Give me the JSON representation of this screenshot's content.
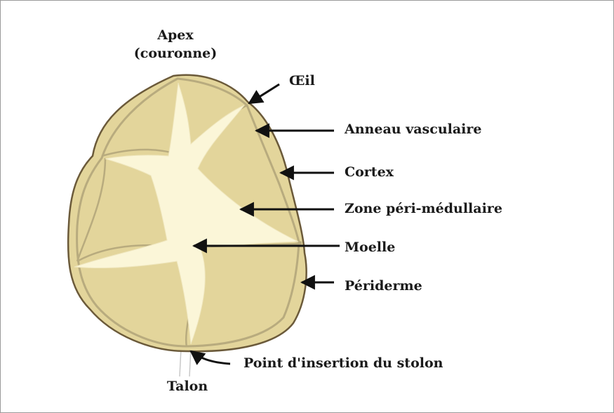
{
  "labels": {
    "apex_line1": "Apex",
    "apex_line2": "(couronne)",
    "oeil": "Œil",
    "anneau": "Anneau vasculaire",
    "cortex": "Cortex",
    "zone": "Zone péri-médullaire",
    "moelle": "Moelle",
    "periderme": "Périderme",
    "point": "Point d'insertion du stolon",
    "talon": "Talon"
  },
  "colors": {
    "tuber_fill": "#e3d59b",
    "tuber_outline": "#6b5a3a",
    "ring": "#b8ab7e",
    "pith": "#fbf6d8",
    "arrow": "#111111"
  }
}
